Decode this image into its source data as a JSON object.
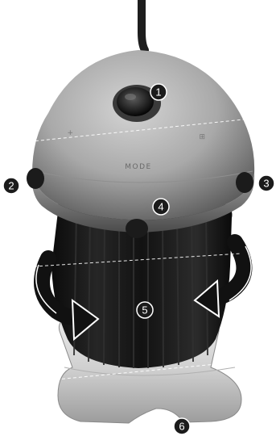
{
  "figure": {
    "engraved_label": "MODE",
    "callouts": [
      {
        "number": "1",
        "style": "dark"
      },
      {
        "number": "2",
        "style": "dark"
      },
      {
        "number": "3",
        "style": "dark"
      },
      {
        "number": "4",
        "style": "dark"
      },
      {
        "number": "5",
        "style": "dark"
      },
      {
        "number": "6",
        "style": "dark"
      }
    ]
  },
  "colors": {
    "callout_dark": "#1b1b1b",
    "callout_text": "#ffffff",
    "housing_top": "#b5b5b5",
    "housing_shadow": "#6e6e6e",
    "body_dark": "#151515",
    "base_light": "#d9d9d9",
    "arrow": "#111111"
  }
}
